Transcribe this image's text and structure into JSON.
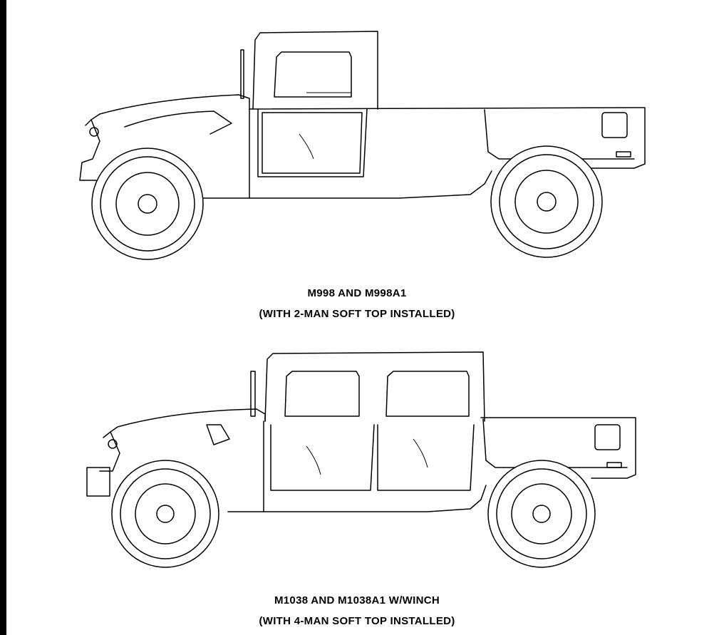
{
  "figures": [
    {
      "caption_line1": "M998 AND M998A1",
      "caption_line2": "(WITH 2-MAN SOFT TOP INSTALLED)"
    },
    {
      "caption_line1": "M1038 AND M1038A1 W/WINCH",
      "caption_line2": "(WITH 4-MAN SOFT TOP INSTALLED)"
    }
  ]
}
